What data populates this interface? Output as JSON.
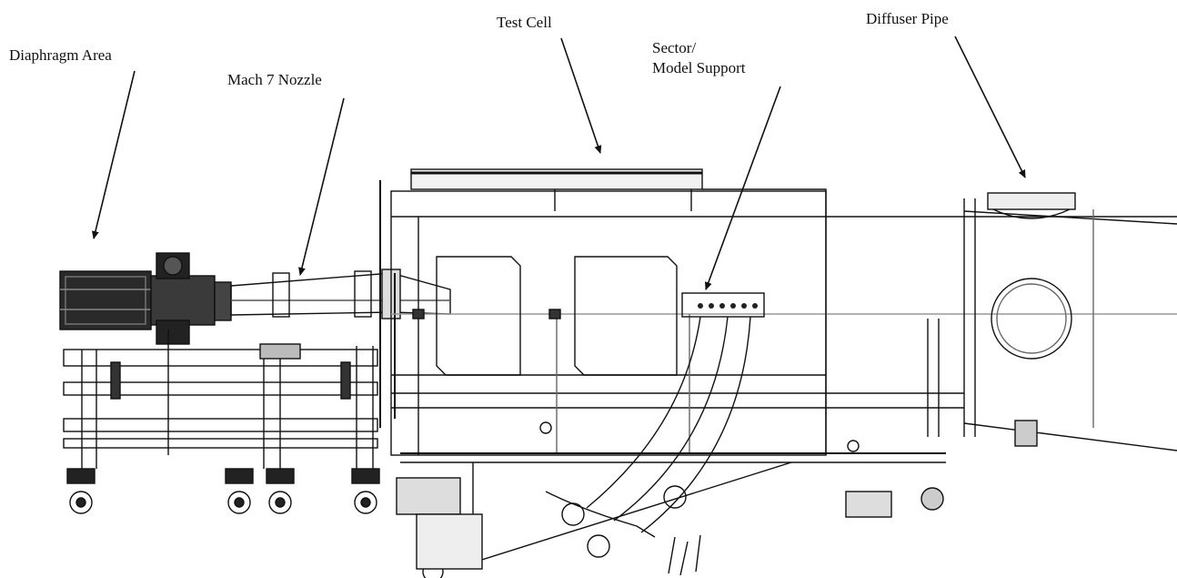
{
  "labels": {
    "diaphragm_area": "Diaphragm Area",
    "mach7_nozzle": "Mach 7 Nozzle",
    "test_cell": "Test Cell",
    "sector_line1": "Sector/",
    "sector_line2": "Model Support",
    "diffuser_pipe": "Diffuser Pipe"
  },
  "colors": {
    "ink": "#111111",
    "paper": "#ffffff"
  }
}
